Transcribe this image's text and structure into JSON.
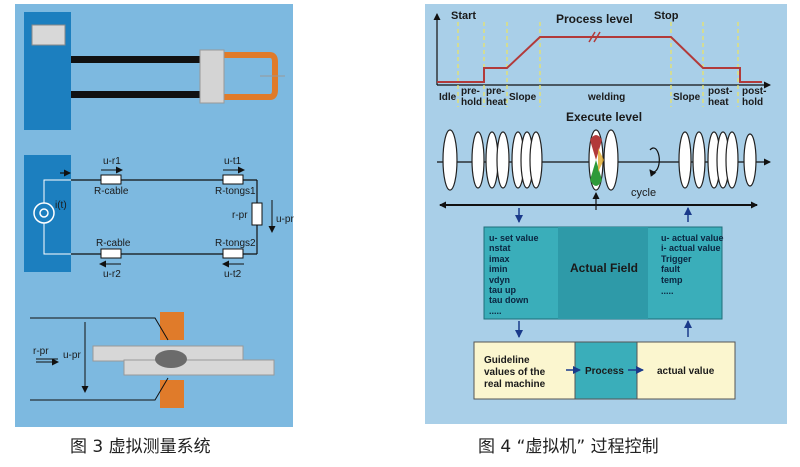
{
  "captions": {
    "fig3": "图 3 虚拟测量系统",
    "fig4": "图 4 “虚拟机” 过程控制"
  },
  "fig3": {
    "circuit": {
      "source_label": "i(t)",
      "u_r1": "u-r1",
      "r_cable_top": "R-cable",
      "u_t1": "u-t1",
      "r_tongs1": "R-tongs1",
      "r_pr": "r-pr",
      "u_pr": "u-pr",
      "r_cable_bottom": "R-cable",
      "r_tongs2": "R-tongs2",
      "u_r2": "u-r2",
      "u_t2": "u-t2"
    },
    "weld": {
      "r_pr": "r-pr",
      "u_pr": "u-pr"
    }
  },
  "fig4": {
    "start": "Start",
    "stop": "Stop",
    "process_level": "Process level",
    "execute_level": "Execute level",
    "cycle": "cycle",
    "phases": [
      "Idle",
      "pre-\nhold",
      "pre-\nheat",
      "Slope",
      "welding",
      "Slope",
      "post-\nheat",
      "post-\nhold"
    ],
    "actual_field": {
      "title": "Actual Field",
      "left_items": [
        "u- set value",
        "nstat",
        "imax",
        "imin",
        "vdyn",
        "tau up",
        "tau down",
        "....."
      ],
      "right_items": [
        "u- actual value",
        "i- actual value",
        "Trigger",
        "fault",
        "temp",
        "....."
      ]
    },
    "bottom": {
      "guideline": "Guideline\nvalues of the\nreal machine",
      "process": "Process",
      "actual_value": "actual value"
    }
  },
  "colors": {
    "fig3_bg": "#7db9e0",
    "fig4_bg": "#a9cfe8",
    "process_line": "#b23a3a",
    "orange": "#e07b2a",
    "teal": "#3aaeba",
    "cream": "#fbf6cf",
    "dashed": "#e8e36a"
  }
}
